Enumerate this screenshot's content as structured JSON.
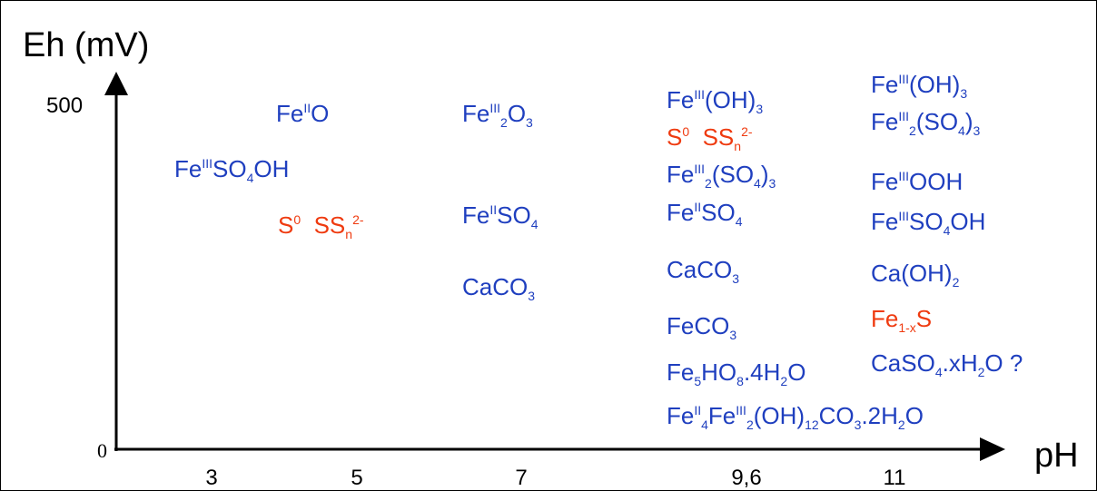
{
  "colors": {
    "blue": "#1f3fbf",
    "red": "#ef3b10",
    "black": "#000000"
  },
  "axes": {
    "y_title": "Eh (mV)",
    "x_title": "pH",
    "y_tick_top": "500",
    "y_tick_origin": "0",
    "x_ticks": [
      "3",
      "5",
      "7",
      "9,6",
      "11"
    ]
  },
  "species_ph3_5": [
    {
      "id": "fe2o",
      "color": "blue",
      "parts": [
        [
          "t",
          "Fe"
        ],
        [
          "sup",
          "II"
        ],
        [
          "t",
          "O"
        ]
      ]
    },
    {
      "id": "fe3so4oh",
      "color": "blue",
      "parts": [
        [
          "t",
          "Fe"
        ],
        [
          "sup",
          "III"
        ],
        [
          "t",
          "SO"
        ],
        [
          "sub",
          "4"
        ],
        [
          "t",
          "OH"
        ]
      ]
    },
    {
      "id": "s0-ssn",
      "color": "red",
      "parts": [
        [
          "t",
          "S"
        ],
        [
          "sup",
          "0"
        ],
        [
          "t",
          "  SS"
        ],
        [
          "sub",
          "n"
        ],
        [
          "sup",
          "2-"
        ]
      ]
    }
  ],
  "species_ph7": [
    {
      "id": "fe2o3",
      "color": "blue",
      "parts": [
        [
          "t",
          "Fe"
        ],
        [
          "sup",
          "III"
        ],
        [
          "sub",
          "2"
        ],
        [
          "t",
          "O"
        ],
        [
          "sub",
          "3"
        ]
      ]
    },
    {
      "id": "fe2so4",
      "color": "blue",
      "parts": [
        [
          "t",
          "Fe"
        ],
        [
          "sup",
          "II"
        ],
        [
          "t",
          "SO"
        ],
        [
          "sub",
          "4"
        ]
      ]
    },
    {
      "id": "caco3",
      "color": "blue",
      "parts": [
        [
          "t",
          "CaCO"
        ],
        [
          "sub",
          "3"
        ]
      ]
    }
  ],
  "species_ph96": [
    {
      "id": "fe3oh3",
      "color": "blue",
      "parts": [
        [
          "t",
          "Fe"
        ],
        [
          "sup",
          "III"
        ],
        [
          "t",
          "(OH)"
        ],
        [
          "sub",
          "3"
        ]
      ]
    },
    {
      "id": "s0-ssn",
      "color": "red",
      "parts": [
        [
          "t",
          "S"
        ],
        [
          "sup",
          "0"
        ],
        [
          "t",
          "  SS"
        ],
        [
          "sub",
          "n"
        ],
        [
          "sup",
          "2-"
        ]
      ]
    },
    {
      "id": "fe3-2-so4-3",
      "color": "blue",
      "parts": [
        [
          "t",
          "Fe"
        ],
        [
          "sup",
          "III"
        ],
        [
          "sub",
          "2"
        ],
        [
          "t",
          "(SO"
        ],
        [
          "sub",
          "4"
        ],
        [
          "t",
          ")"
        ],
        [
          "sub",
          "3"
        ]
      ]
    },
    {
      "id": "fe2so4",
      "color": "blue",
      "parts": [
        [
          "t",
          "Fe"
        ],
        [
          "sup",
          "II"
        ],
        [
          "t",
          "SO"
        ],
        [
          "sub",
          "4"
        ]
      ]
    },
    {
      "id": "caco3",
      "color": "blue",
      "parts": [
        [
          "t",
          "CaCO"
        ],
        [
          "sub",
          "3"
        ]
      ]
    },
    {
      "id": "feco3",
      "color": "blue",
      "parts": [
        [
          "t",
          "FeCO"
        ],
        [
          "sub",
          "3"
        ]
      ]
    },
    {
      "id": "fe5ho8",
      "color": "blue",
      "parts": [
        [
          "t",
          "Fe"
        ],
        [
          "sub",
          "5"
        ],
        [
          "t",
          "HO"
        ],
        [
          "sub",
          "8"
        ],
        [
          "t",
          ".4H"
        ],
        [
          "sub",
          "2"
        ],
        [
          "t",
          "O"
        ]
      ]
    },
    {
      "id": "green-rust",
      "color": "blue",
      "parts": [
        [
          "t",
          "Fe"
        ],
        [
          "sup",
          "II"
        ],
        [
          "sub",
          "4"
        ],
        [
          "t",
          "Fe"
        ],
        [
          "sup",
          "III"
        ],
        [
          "sub",
          "2"
        ],
        [
          "t",
          "(OH)"
        ],
        [
          "sub",
          "12"
        ],
        [
          "t",
          "CO"
        ],
        [
          "sub",
          "3"
        ],
        [
          "t",
          ".2H"
        ],
        [
          "sub",
          "2"
        ],
        [
          "t",
          "O"
        ]
      ]
    }
  ],
  "species_ph11": [
    {
      "id": "fe3oh3",
      "color": "blue",
      "parts": [
        [
          "t",
          "Fe"
        ],
        [
          "sup",
          "III"
        ],
        [
          "t",
          "(OH)"
        ],
        [
          "sub",
          "3"
        ]
      ]
    },
    {
      "id": "fe3-2-so4-3",
      "color": "blue",
      "parts": [
        [
          "t",
          "Fe"
        ],
        [
          "sup",
          "III"
        ],
        [
          "sub",
          "2"
        ],
        [
          "t",
          "(SO"
        ],
        [
          "sub",
          "4"
        ],
        [
          "t",
          ")"
        ],
        [
          "sub",
          "3"
        ]
      ]
    },
    {
      "id": "fe3ooh",
      "color": "blue",
      "parts": [
        [
          "t",
          "Fe"
        ],
        [
          "sup",
          "III"
        ],
        [
          "t",
          "OOH"
        ]
      ]
    },
    {
      "id": "fe3so4oh",
      "color": "blue",
      "parts": [
        [
          "t",
          "Fe"
        ],
        [
          "sup",
          "III"
        ],
        [
          "t",
          "SO"
        ],
        [
          "sub",
          "4"
        ],
        [
          "t",
          "OH"
        ]
      ]
    },
    {
      "id": "caoh2",
      "color": "blue",
      "parts": [
        [
          "t",
          "Ca(OH)"
        ],
        [
          "sub",
          "2"
        ]
      ]
    },
    {
      "id": "fe1-xs",
      "color": "red",
      "parts": [
        [
          "t",
          "Fe"
        ],
        [
          "sub",
          "1-x"
        ],
        [
          "t",
          "S"
        ]
      ]
    },
    {
      "id": "caso4",
      "color": "blue",
      "parts": [
        [
          "t",
          "CaSO"
        ],
        [
          "sub",
          "4"
        ],
        [
          "t",
          ".xH"
        ],
        [
          "sub",
          "2"
        ],
        [
          "t",
          "O ?"
        ]
      ]
    }
  ]
}
